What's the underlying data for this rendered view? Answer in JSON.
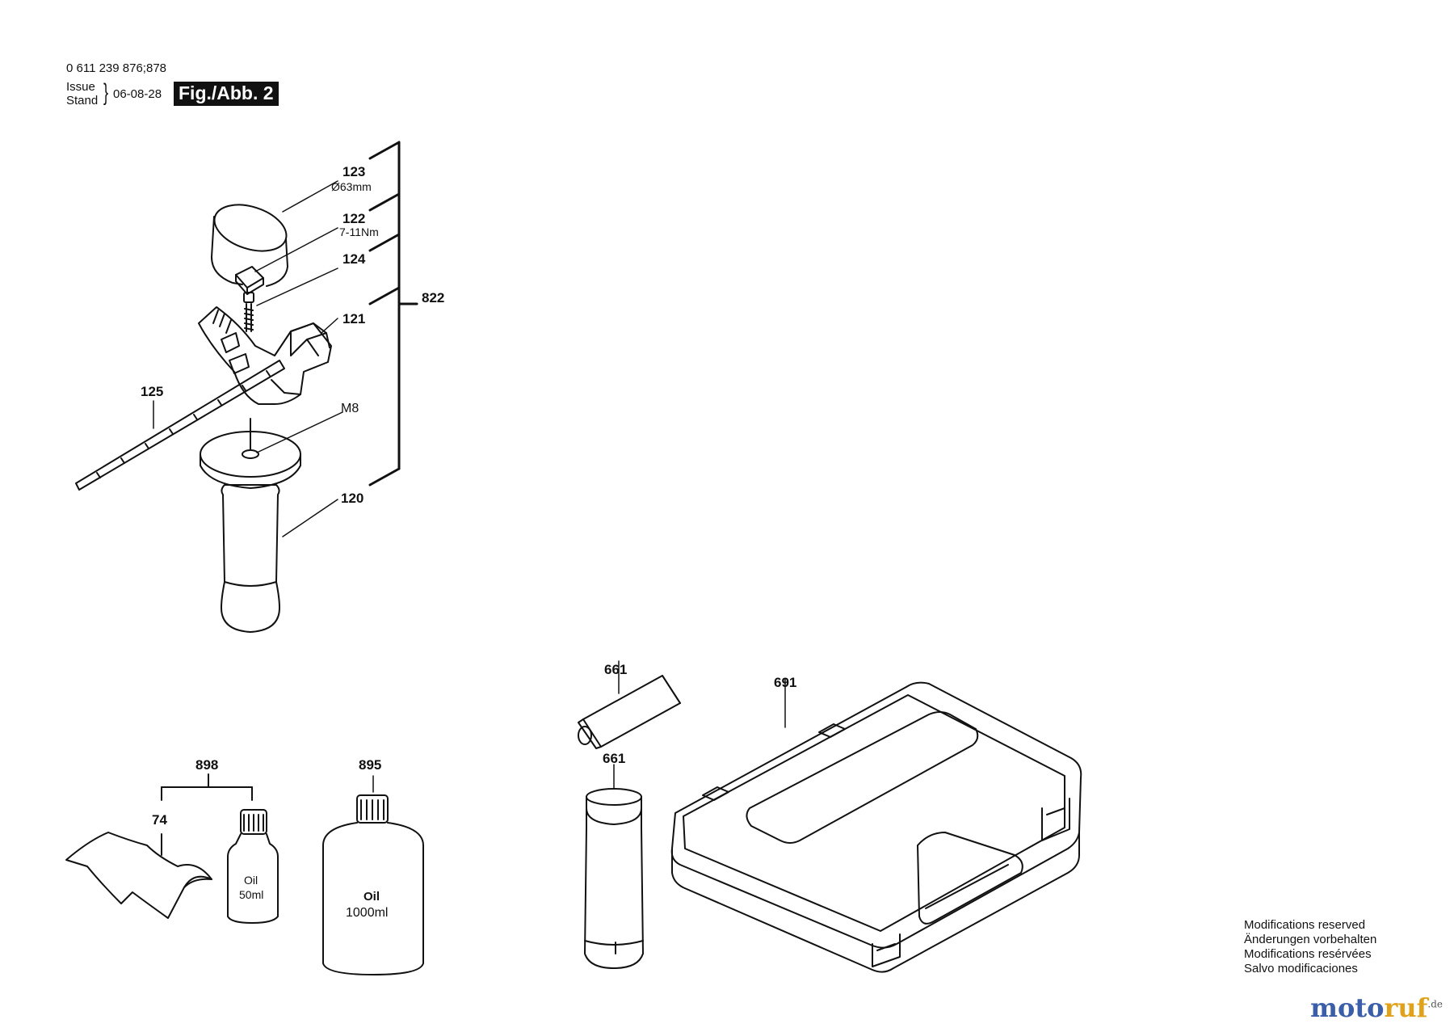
{
  "header": {
    "doc_number": "0 611 239 876;878",
    "issue_label": "Issue",
    "stand_label": "Stand",
    "date": "06-08-28",
    "figure_label": "Fig./Abb. 2"
  },
  "parts": {
    "p123": "123",
    "p123_spec": "Ø63mm",
    "p122": "122",
    "p122_spec": "7-11Nm",
    "p124": "124",
    "p121": "121",
    "p822": "822",
    "p125": "125",
    "pM8": "M8",
    "p120": "120",
    "p661a": "661",
    "p661b": "661",
    "p691": "691",
    "p898": "898",
    "p74": "74",
    "p895": "895"
  },
  "bottle_small": {
    "line1": "Oil",
    "line2": "50ml"
  },
  "bottle_large": {
    "line1": "Oil",
    "line2": "1000ml"
  },
  "notes": [
    "Modifications reserved",
    "Änderungen vorbehalten",
    "Modifications resérvées",
    "Salvo modificaciones"
  ],
  "logo": {
    "main": "moto",
    "accent": "ruf",
    "tld": ".de"
  }
}
